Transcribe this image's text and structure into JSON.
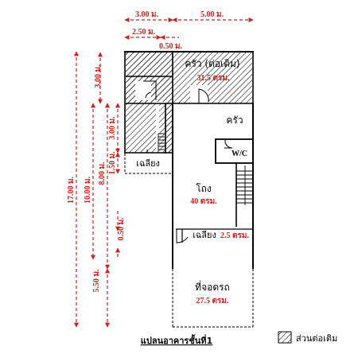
{
  "dimensions": {
    "top_left_width": "3.00 ม.",
    "top_right_width": "5.00 ม.",
    "top_inner_width": "2.50 ม.",
    "top_gap_width": "0.50 ม.",
    "overall_depth": "17.00 ม.",
    "section_depth_10": "10.00 ม.",
    "section_depth_8": "8.00 ม.",
    "section_depth_5_50": "5.50 ม.",
    "kitchen_ext_depth": "3.00 ม.",
    "kitchen_depth": "3.00 ม.",
    "stair_depth": "1.50 ม.",
    "step_depth": "0.50 ม."
  },
  "rooms": {
    "kitchen_extension": {
      "label": "ครัว (ต่อเติม)",
      "area": "31.5 ตรม."
    },
    "kitchen": {
      "label": "ครัว"
    },
    "wc": {
      "label": "W/C"
    },
    "stair_left": {
      "label": "เฉลียง"
    },
    "hall": {
      "label": "โถง",
      "area": "40 ตรม."
    },
    "porch": {
      "label": "เฉลียง",
      "area": "2.5 ตรม."
    },
    "parking": {
      "label": "ที่จอดรถ",
      "area": "27.5 ตรม."
    }
  },
  "caption": "แปลนอาคารชั้นที่1",
  "legend": {
    "label": "ส่วนต่อเติม"
  }
}
